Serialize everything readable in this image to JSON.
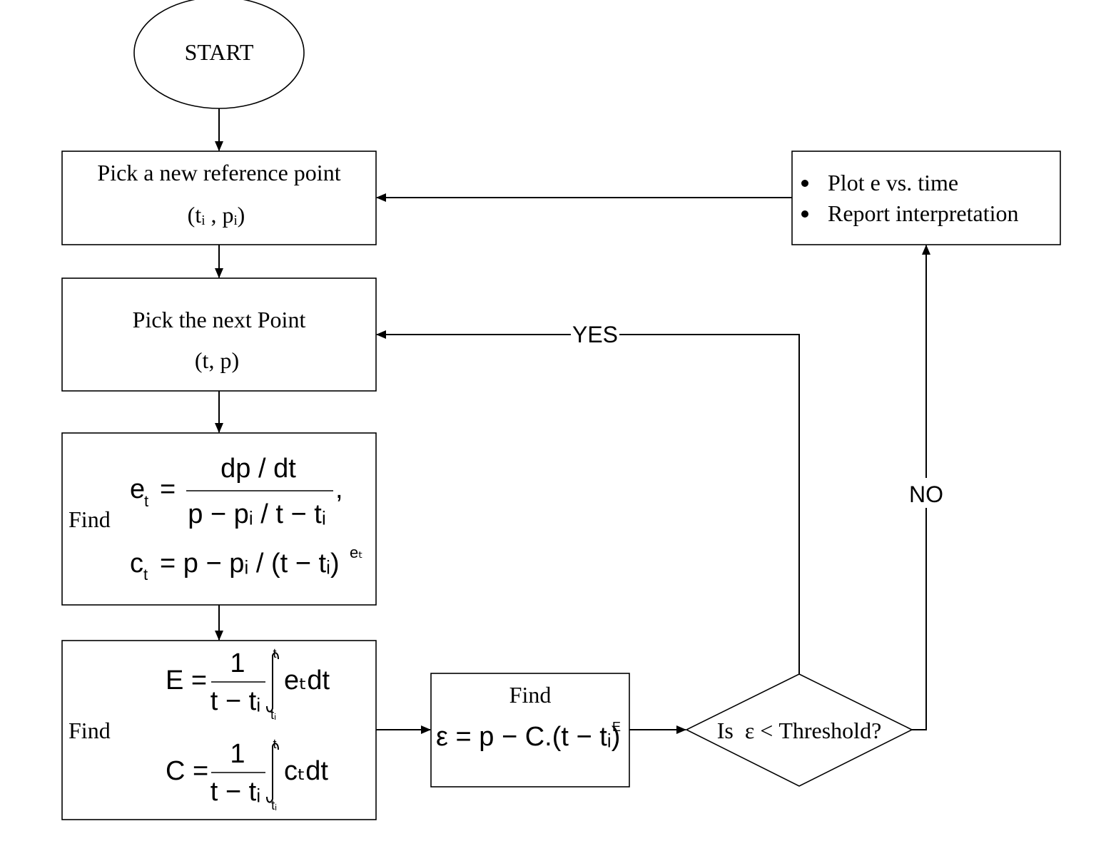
{
  "nodes": {
    "start": {
      "label": "START"
    },
    "reference": {
      "line1": "Pick a new reference point",
      "formula": "(tᵢ , pᵢ)"
    },
    "next_point": {
      "line1": "Pick the next Point",
      "formula": "(t, p)"
    },
    "find_e_c": {
      "label": "Find",
      "et_lhs": "e",
      "et_sub": "t",
      "et_numerator": "dp / dt",
      "et_denominator": "p − pᵢ / t − tᵢ",
      "ct_lhs": "c",
      "ct_sub": "t",
      "ct_rhs": "= p − pᵢ / (t − tᵢ)",
      "ct_exp": "eₜ"
    },
    "find_E_C": {
      "label": "Find",
      "E_lhs": "E =",
      "E_num": "1",
      "E_den": "t − tᵢ",
      "E_integrand": "eₜdt",
      "C_lhs": "C =",
      "C_num": "1",
      "C_den": "t − tᵢ",
      "C_integrand": "cₜdt",
      "upper": "t",
      "lower": "tᵢ"
    },
    "find_eps": {
      "label": "Find",
      "formula": "ε = p − C.(t − tᵢ)",
      "exp": "E"
    },
    "decision": {
      "label": "Is  ε < Threshold?"
    },
    "report": {
      "items": [
        "Plot e vs. time",
        "Report interpretation"
      ]
    }
  },
  "edges": {
    "yes_label": "YES",
    "no_label": "NO"
  }
}
